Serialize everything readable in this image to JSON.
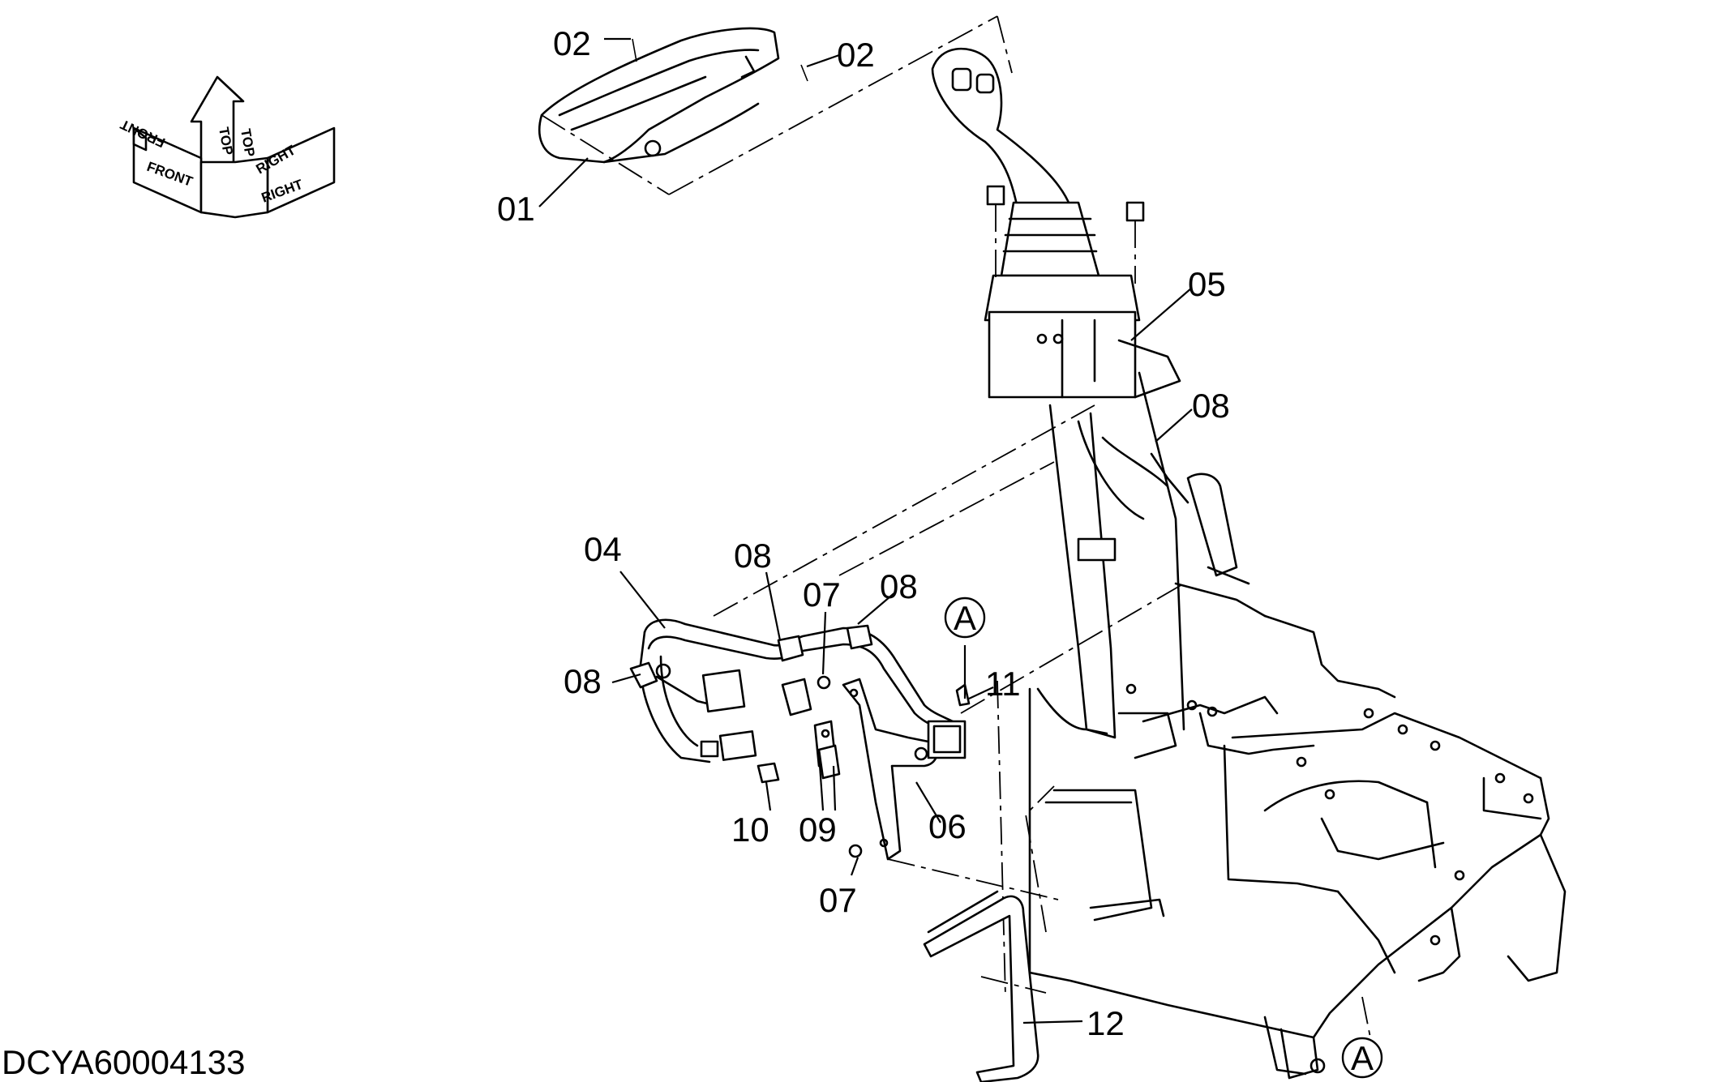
{
  "orientation": {
    "top": "TOP",
    "front": "FRONT",
    "right": "RIGHT"
  },
  "callouts": {
    "c01": "01",
    "c02a": "02",
    "c02b": "02",
    "c04": "04",
    "c05": "05",
    "c06": "06",
    "c07a": "07",
    "c07b": "07",
    "c08a": "08",
    "c08b": "08",
    "c08c": "08",
    "c08d": "08",
    "c09": "09",
    "c10": "10",
    "c11": "11",
    "c12": "12"
  },
  "detail_refs": {
    "a1": "A",
    "a2": "A"
  },
  "document_id": "DCYA60004133"
}
